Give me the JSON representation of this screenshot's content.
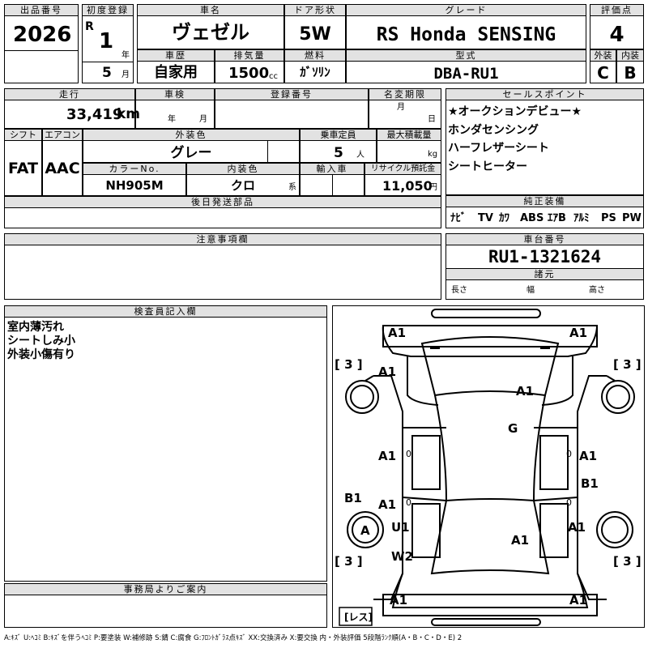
{
  "header": {
    "lot_label": "出品番号",
    "lot_value": "2026",
    "reg_label": "初度登録",
    "era": "R",
    "year_value": "1",
    "year_unit": "年",
    "month_value": "5",
    "month_unit": "月",
    "name_label": "車名",
    "name_value": "ヴェゼル",
    "door_label": "ドア形状",
    "door_value": "5W",
    "grade_label": "グレード",
    "grade_value": "RS Honda SENSING",
    "score_label": "評価点",
    "score_value": "4",
    "history_label": "車歴",
    "history_value": "自家用",
    "disp_label": "排気量",
    "disp_value": "1500",
    "disp_unit": "cc",
    "fuel_label": "燃料",
    "fuel_value": "ｶﾞｿﾘﾝ",
    "model_label": "型式",
    "model_value": "DBA-RU1",
    "ext_label": "外装",
    "ext_value": "C",
    "int_label": "内装",
    "int_value": "B"
  },
  "row2": {
    "mileage_label": "走行",
    "mileage_value": "33,419",
    "mileage_unit": "km",
    "inspect_label": "車検",
    "inspect_year": "年",
    "inspect_month": "月",
    "plate_label": "登録番号",
    "namechg_label": "名変期限",
    "namechg_month": "月",
    "namechg_day": "日",
    "shift_label": "シフト",
    "shift_value": "FAT",
    "ac_label": "エアコン",
    "ac_value": "AAC",
    "color_label": "外装色",
    "color_value": "グレー",
    "capacity_label": "乗車定員",
    "capacity_value": "5",
    "capacity_unit": "人",
    "load_label": "最大積載量",
    "load_unit": "kg",
    "colorno_label": "カラーNo.",
    "colorno_value": "NH905M",
    "interior_label": "内装色",
    "interior_value": "クロ",
    "interior_unit": "系",
    "import_label": "輸入車",
    "recycle_label": "リサイクル預託金",
    "recycle_value": "11,050",
    "recycle_unit": "円",
    "later_label": "後日発送部品"
  },
  "sales": {
    "label": "セールスポイント",
    "items": [
      "★オークションデビュー★",
      "ホンダセンシング",
      "ハーフレザーシート",
      "シートヒーター"
    ]
  },
  "equip": {
    "label": "純正装備",
    "items": [
      "ﾅﾋﾞ",
      "TV",
      "ｶﾜ",
      "ABS",
      "ｴｱB",
      "ｱﾙﾐ",
      "PS",
      "PW"
    ]
  },
  "notes": {
    "label": "注意事項欄"
  },
  "chassis": {
    "label": "車台番号",
    "value": "RU1-1321624",
    "dims_label": "諸元",
    "len_label": "長さ",
    "width_label": "幅",
    "height_label": "高さ"
  },
  "inspector": {
    "label": "検査員記入欄",
    "lines": [
      "室内薄汚れ",
      "シートしみ小",
      "外装小傷有り"
    ]
  },
  "office": {
    "label": "事務局よりご案内"
  },
  "diagram": {
    "marks": [
      "A1",
      "A1",
      "A1",
      "A1",
      "G",
      "A1",
      "A1",
      "B1",
      "A1",
      "B1",
      "A",
      "U1",
      "A1",
      "A1",
      "W2",
      "A1",
      "A1"
    ],
    "brackets": [
      "[ 3 ]",
      "[ 3 ]",
      "[ 3 ]",
      "[ 3 ]"
    ],
    "spare": "[レス]"
  },
  "legend": "A:ｷｽﾞ  U:ﾍｺﾐ  B:ｷｽﾞを伴うﾍｺﾐ  P:要塗装  W:補修跡  S:錆  C:腐食  G:ﾌﾛﾝﾄｶﾞﾗｽ点ｷｽﾞ  XX:交換済み  X:要交換  内・外装評価  5段階ﾗﾝｸ順(A・B・C・D・E)  2"
}
